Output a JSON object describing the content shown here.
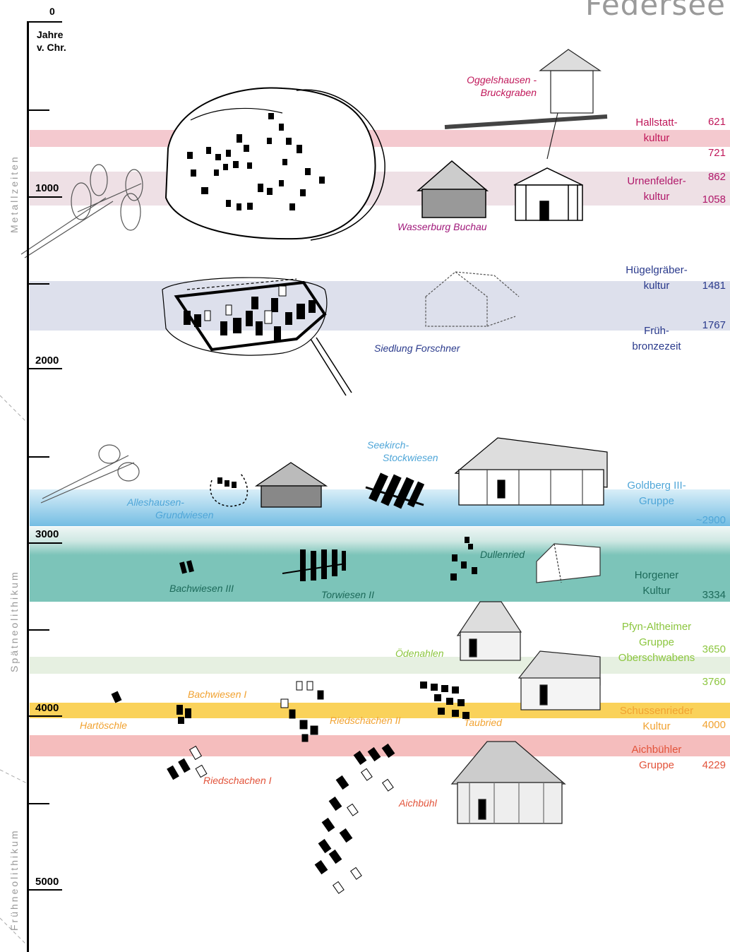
{
  "title": "Federsee",
  "axis": {
    "zero_label": "0",
    "unit_label_line1": "Jahre",
    "unit_label_line2": "v. Chr.",
    "tick_labels": [
      "1000",
      "2000",
      "3000",
      "4000",
      "5000"
    ]
  },
  "eras": {
    "metallzeiten": "Metallzeiten",
    "spaetneolithikum": "Spätneolithikum",
    "fruehneolithikum": "Frühneolithikum"
  },
  "colors": {
    "hallstatt_band": "#f4c9cf",
    "urnenfelder_band": "#eee0e5",
    "huegel_band": "#dde0ec",
    "goldberg_band": "#73bde3",
    "horgen_band": "#7cc4b9",
    "pfyn_band": "#e6f0e1",
    "schussenried_band": "#fad25a",
    "aichbuehl_band": "#f5bdbd"
  },
  "cultures": [
    {
      "id": "hallstatt",
      "line1": "Hallstatt-",
      "line2": "kultur",
      "line3": "",
      "color": "#c0185a"
    },
    {
      "id": "urnenfelder",
      "line1": "Urnenfelder-",
      "line2": "kultur",
      "line3": "",
      "color": "#b0186a"
    },
    {
      "id": "huegel",
      "line1": "Hügelgräber-",
      "line2": "kultur",
      "line3": "",
      "color": "#2a3a8c"
    },
    {
      "id": "fruehbronze",
      "line1": "Früh-",
      "line2": "bronzezeit",
      "line3": "",
      "color": "#2a3a8c"
    },
    {
      "id": "goldberg",
      "line1": "Goldberg III-",
      "line2": "Gruppe",
      "line3": "",
      "color": "#4fa6d8"
    },
    {
      "id": "horgen",
      "line1": "Horgener",
      "line2": "Kultur",
      "line3": "",
      "color": "#1d6a5a"
    },
    {
      "id": "pfyn",
      "line1": "Pfyn-Altheimer",
      "line2": "Gruppe",
      "line3": "Oberschwabens",
      "color": "#8cc63f"
    },
    {
      "id": "schussenried",
      "line1": "Schussenrieder",
      "line2": "Kultur",
      "line3": "",
      "color": "#f1a230"
    },
    {
      "id": "aichbuehl",
      "line1": "Aichbühler",
      "line2": "Gruppe",
      "line3": "",
      "color": "#e2533a"
    }
  ],
  "dates": [
    {
      "id": "d621",
      "text": "621",
      "color": "#c0185a"
    },
    {
      "id": "d721",
      "text": "721",
      "color": "#c0185a"
    },
    {
      "id": "d862",
      "text": "862",
      "color": "#b0186a"
    },
    {
      "id": "d1058",
      "text": "1058",
      "color": "#b0186a"
    },
    {
      "id": "d1481",
      "text": "1481",
      "color": "#2a3a8c"
    },
    {
      "id": "d1767",
      "text": "1767",
      "color": "#2a3a8c"
    },
    {
      "id": "d2900",
      "text": "~2900",
      "color": "#4fa6d8"
    },
    {
      "id": "d3334",
      "text": "3334",
      "color": "#1d6a5a"
    },
    {
      "id": "d3650",
      "text": "3650",
      "color": "#8cc63f"
    },
    {
      "id": "d3760",
      "text": "3760",
      "color": "#8cc63f"
    },
    {
      "id": "d4000",
      "text": "4000",
      "color": "#f1a230"
    },
    {
      "id": "d4229",
      "text": "4229",
      "color": "#e2533a"
    }
  ],
  "sites": [
    {
      "id": "oggelshausen",
      "line1": "Oggelshausen -",
      "line2": "Bruckgraben",
      "color": "#c0185a"
    },
    {
      "id": "wasserburg",
      "line1": "Wasserburg Buchau",
      "line2": "",
      "color": "#a0187a"
    },
    {
      "id": "forschner",
      "line1": "Siedlung Forschner",
      "line2": "",
      "color": "#2a3a8c"
    },
    {
      "id": "seekirch",
      "line1": "Seekirch-",
      "line2": "Stockwiesen",
      "color": "#4fa6d8"
    },
    {
      "id": "alleshausen",
      "line1": "Alleshausen-",
      "line2": "Grundwiesen",
      "color": "#4fa6d8"
    },
    {
      "id": "dullenried",
      "line1": "Dullenried",
      "line2": "",
      "color": "#1d6a5a"
    },
    {
      "id": "bachwiesen3",
      "line1": "Bachwiesen III",
      "line2": "",
      "color": "#1d6a5a"
    },
    {
      "id": "torwiesen2",
      "line1": "Torwiesen II",
      "line2": "",
      "color": "#1d6a5a"
    },
    {
      "id": "oedenahlen",
      "line1": "Ödenahlen",
      "line2": "",
      "color": "#8cc63f"
    },
    {
      "id": "bachwiesen1",
      "line1": "Bachwiesen I",
      "line2": "",
      "color": "#f1a230"
    },
    {
      "id": "hartoeschle",
      "line1": "Hartöschle",
      "line2": "",
      "color": "#f1a230"
    },
    {
      "id": "riedschachen2",
      "line1": "Riedschachen II",
      "line2": "",
      "color": "#f1a230"
    },
    {
      "id": "taubried",
      "line1": "Taubried",
      "line2": "",
      "color": "#f1a230"
    },
    {
      "id": "riedschachen1",
      "line1": "Riedschachen I",
      "line2": "",
      "color": "#e2533a"
    },
    {
      "id": "aichbuehl_site",
      "line1": "Aichbühl",
      "line2": "",
      "color": "#e2533a"
    }
  ]
}
